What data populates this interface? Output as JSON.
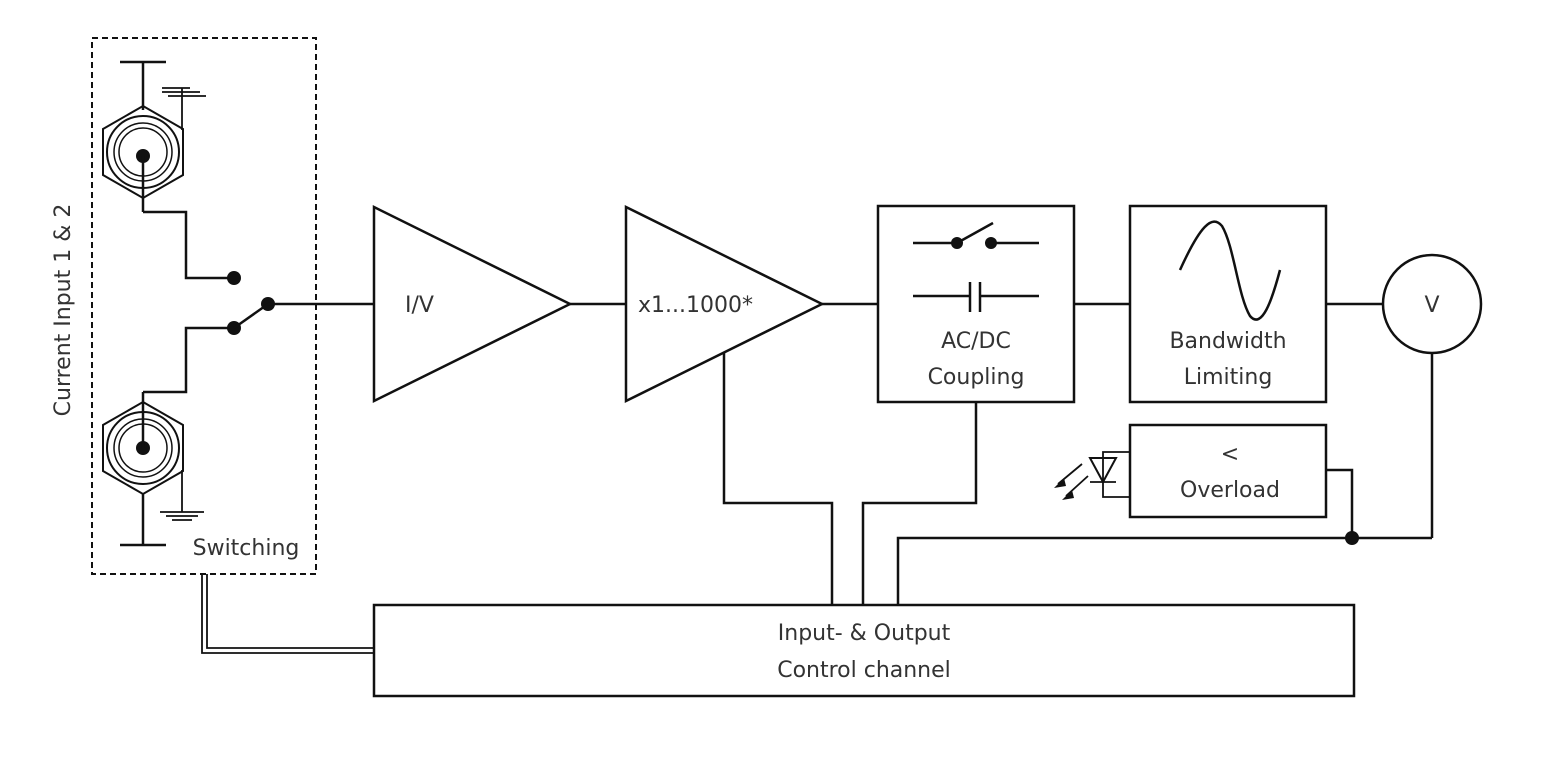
{
  "diagram": {
    "input_label": "Current Input 1 & 2",
    "switching_label": "Switching",
    "iv_label": "I/V",
    "gain_label": "x1...1000*",
    "coupling": {
      "line1": "AC/DC",
      "line2": "Coupling"
    },
    "bandwidth": {
      "line1": "Bandwidth",
      "line2": "Limiting"
    },
    "meter_label": "V",
    "overload": {
      "line1": "<",
      "line2": "Overload"
    },
    "control": {
      "line1": "Input- & Output",
      "line2": "Control channel"
    }
  }
}
